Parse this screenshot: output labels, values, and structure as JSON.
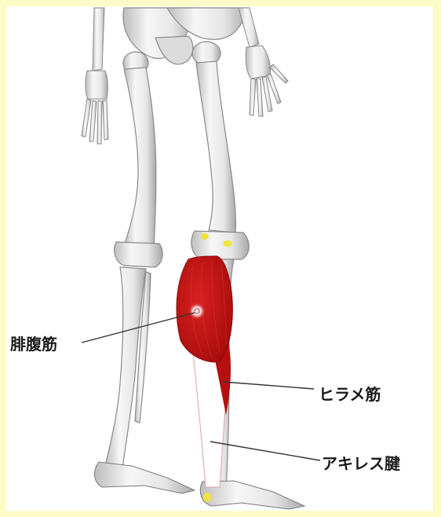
{
  "labels": {
    "gastrocnemius": "腓腹筋",
    "soleus": "ヒラメ筋",
    "achilles": "アキレス腱"
  },
  "colors": {
    "background": "#fdfcc8",
    "canvas": "#ffffff",
    "bone_fill": "#ececec",
    "bone_stroke": "#8a8a8a",
    "muscle": "#c81414",
    "muscle_dark": "#9c0c0c",
    "cartilage": "#f0e43c",
    "leader_line": "#333333"
  }
}
